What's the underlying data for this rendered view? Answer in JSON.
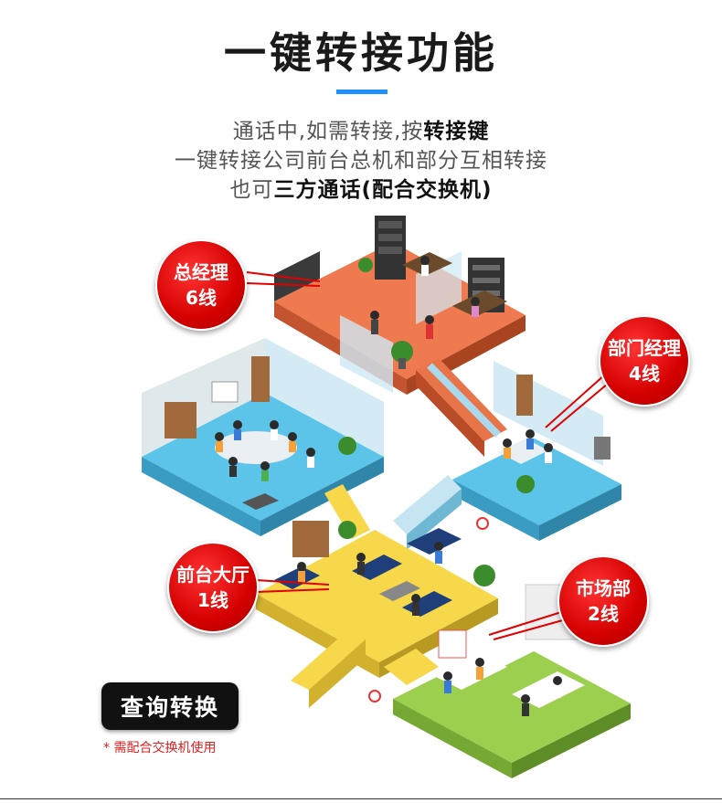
{
  "header": {
    "title": "一键转接功能",
    "accent_color": "#1e90ff"
  },
  "description": {
    "line1_prefix": "通话中,如需转接,按",
    "line1_bold": "转接键",
    "line2": "一键转接公司前台总机和部分互相转接",
    "line3_prefix": "也可",
    "line3_bold": "三方通话(配合交换机)"
  },
  "labels": {
    "gm": {
      "line1": "总经理",
      "line2": "6线"
    },
    "dept": {
      "line1": "部门经理",
      "line2": "4线"
    },
    "front": {
      "line1": "前台大厅",
      "line2": "1线"
    },
    "market": {
      "line1": "市场部",
      "line2": "2线"
    }
  },
  "action": {
    "query_label": "查询转换",
    "note": "* 需配合交换机使用"
  },
  "colors": {
    "bubble_red": "#d40000",
    "floor_orange": "#f07a4f",
    "floor_blue": "#5bc4e8",
    "floor_yellow": "#f6d84a",
    "floor_green": "#9ccf4e"
  }
}
